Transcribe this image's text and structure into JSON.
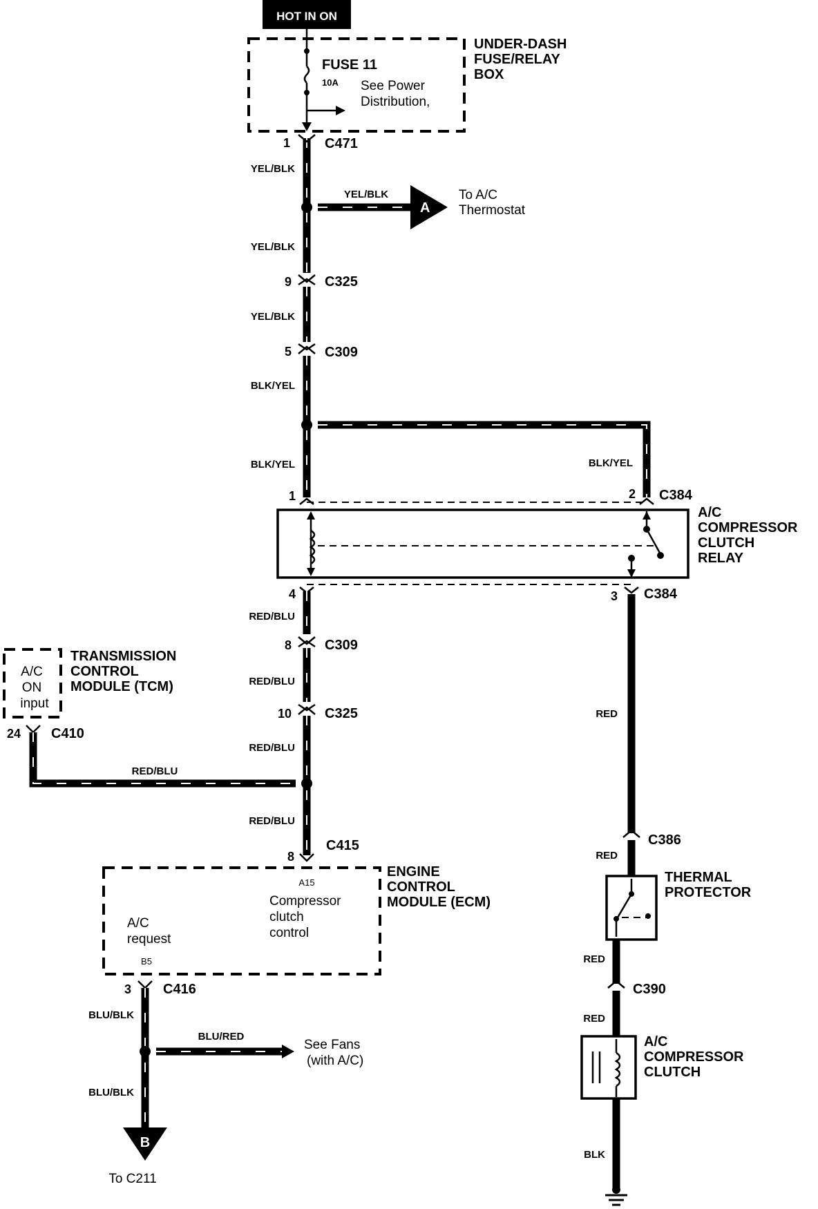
{
  "header_tag": "HOT IN ON",
  "fuse_box": {
    "title_lines": [
      "UNDER-DASH",
      "FUSE/RELAY",
      "BOX"
    ],
    "fuse_label": "FUSE 11",
    "fuse_rating": "10A",
    "note_lines": [
      "See Power",
      "Distribution,"
    ]
  },
  "connectors": {
    "c471": "C471",
    "c471_pin": "1",
    "c325_a": "C325",
    "c325_a_pin": "9",
    "c309_a": "C309",
    "c309_a_pin": "5",
    "c384_in1": "1",
    "c384_in2": "2",
    "c384_top": "C384",
    "c384_out4": "4",
    "c384_out3": "3",
    "c384_bottom": "C384",
    "c309_b": "C309",
    "c309_b_pin": "8",
    "c325_b": "C325",
    "c325_b_pin": "10",
    "c410": "C410",
    "c410_pin": "24",
    "c415": "C415",
    "c415_pin": "8",
    "c416": "C416",
    "c416_pin": "3",
    "c386": "C386",
    "c390": "C390"
  },
  "wires": {
    "w1": "YEL/BLK",
    "w2": "YEL/BLK",
    "w3": "YEL/BLK",
    "w4": "YEL/BLK",
    "w5": "BLK/YEL",
    "w6": "BLK/YEL",
    "w7": "BLK/YEL",
    "w8": "RED/BLU",
    "w9": "RED/BLU",
    "w10": "RED/BLU",
    "w11": "RED/BLU",
    "w12": "RED/BLU",
    "w13": "RED",
    "w14": "RED",
    "w15": "RED",
    "w16": "RED",
    "w17": "BLK",
    "w18": "BLU/BLK",
    "w19": "BLU/RED",
    "w20": "BLU/BLK"
  },
  "thermostat_ref": {
    "letter": "A",
    "lines": [
      "To A/C",
      "Thermostat"
    ]
  },
  "relay": {
    "title_lines": [
      "A/C",
      "COMPRESSOR",
      "CLUTCH",
      "RELAY"
    ]
  },
  "tcm": {
    "title_lines": [
      "TRANSMISSION",
      "CONTROL",
      "MODULE (TCM)"
    ],
    "inner_lines": [
      "A/C",
      "ON",
      "input"
    ]
  },
  "ecm": {
    "title_lines": [
      "ENGINE",
      "CONTROL",
      "MODULE (ECM)"
    ],
    "pin_a15": "A15",
    "a15_lines": [
      "Compressor",
      "clutch",
      "control"
    ],
    "pin_b5": "B5",
    "b5_lines": [
      "A/C",
      "request"
    ]
  },
  "fans_ref": {
    "lines": [
      "See Fans",
      "(with A/C)"
    ]
  },
  "c211_ref": {
    "letter": "B",
    "label": "To C211"
  },
  "thermal_protector": {
    "title_lines": [
      "THERMAL",
      "PROTECTOR"
    ]
  },
  "clutch": {
    "title_lines": [
      "A/C",
      "COMPRESSOR",
      "CLUTCH"
    ]
  }
}
